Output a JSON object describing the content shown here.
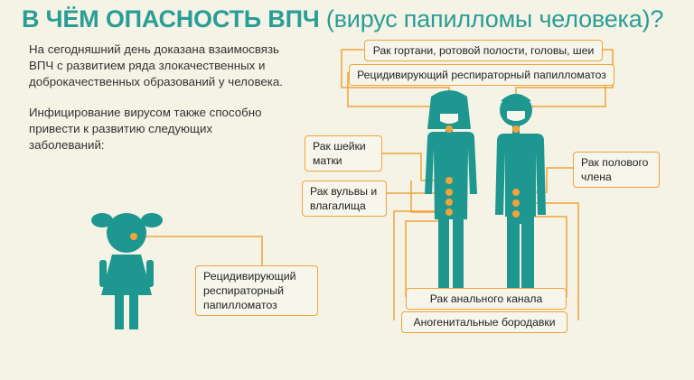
{
  "header": {
    "title_bold": "В ЧЁМ ОПАСНОСТЬ ВПЧ",
    "title_rest": "(вирус папилломы человека)?"
  },
  "intro": {
    "p1": "На сегодняшний день доказана взаимосвязь ВПЧ с развитием ряда злокачественных и доброкачественных образований у человека.",
    "p2": "Инфицирование вирусом также способно привести к развитию следующих заболеваний:"
  },
  "labels": {
    "larynx": "Рак гортани, ротовой полости, головы, шеи",
    "papillomatosis_adult": "Рецидивирующий респираторный папилломатоз",
    "cervix": "Рак шейки матки",
    "vulva": "Рак вульвы и влагалища",
    "penis": "Рак полового члена",
    "anal": "Рак анального канала",
    "warts": "Аногенитальные бородавки",
    "papillomatosis_child": "Рецидивирующий респираторный папилломатоз"
  },
  "colors": {
    "accent": "#2a9d96",
    "figure": "#1e9790",
    "line": "#f2a33a",
    "background": "#f4f3e6"
  }
}
